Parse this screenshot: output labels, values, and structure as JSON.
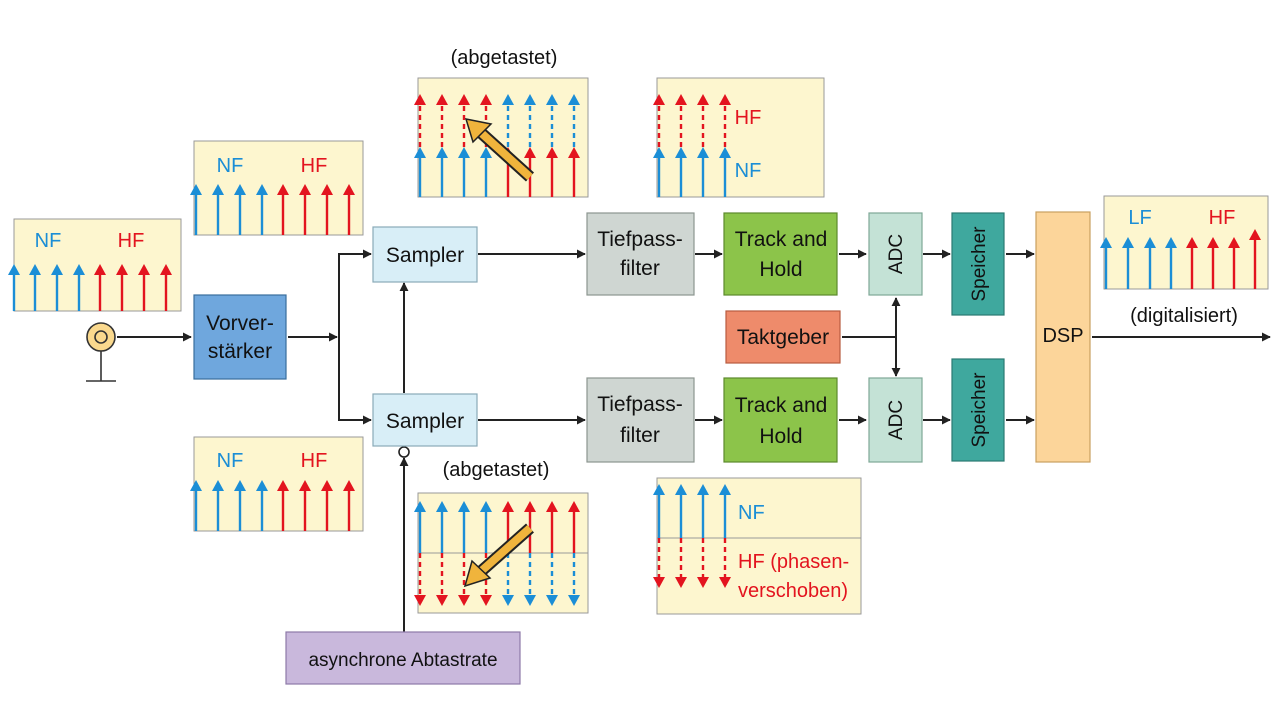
{
  "colors": {
    "nf": "#1b8ed6",
    "hf": "#e3141f",
    "panel_fill": "#fdf6cf",
    "sampler_fill": "#d8eef7",
    "tiefpass_fill": "#cfd6d2",
    "track_fill": "#8cc44a",
    "adc_fill": "#c4e2d6",
    "speicher_fill": "#3fa89e",
    "dsp_fill": "#fcd59a",
    "vorverstaerker_fill": "#6fa7dd",
    "taktgeber_fill": "#ee8b6b",
    "async_fill": "#c9b8dc",
    "pointer_fill": "#f0b43c",
    "line": "#222222"
  },
  "blocks": {
    "vorverstaerker": [
      "Vorver-",
      "stärker"
    ],
    "sampler_top": "Sampler",
    "sampler_bottom": "Sampler",
    "tiefpass_top": [
      "Tiefpass-",
      "filter"
    ],
    "tiefpass_bottom": [
      "Tiefpass-",
      "filter"
    ],
    "track_top": [
      "Track and",
      "Hold"
    ],
    "track_bottom": [
      "Track and",
      "Hold"
    ],
    "adc_top": "ADC",
    "adc_bottom": "ADC",
    "speicher_top": "Speicher",
    "speicher_bottom": "Speicher",
    "dsp": "DSP",
    "taktgeber": "Taktgeber",
    "async": "asynchrone Abtastrate"
  },
  "labels": {
    "abgetastet_top": "(abgetastet)",
    "abgetastet_bottom": "(abgetastet)",
    "digitalisiert": "(digitalisiert)"
  },
  "spectra": {
    "input": {
      "nf": "NF",
      "hf": "HF"
    },
    "upper": {
      "nf": "NF",
      "hf": "HF"
    },
    "lower": {
      "nf": "NF",
      "hf": "HF"
    },
    "filter_top": {
      "hf": "HF",
      "nf": "NF"
    },
    "filter_bottom": {
      "nf": "NF",
      "hf": [
        "HF (phasen-",
        "verschoben)"
      ]
    },
    "output": {
      "lf": "LF",
      "hf": "HF"
    }
  }
}
